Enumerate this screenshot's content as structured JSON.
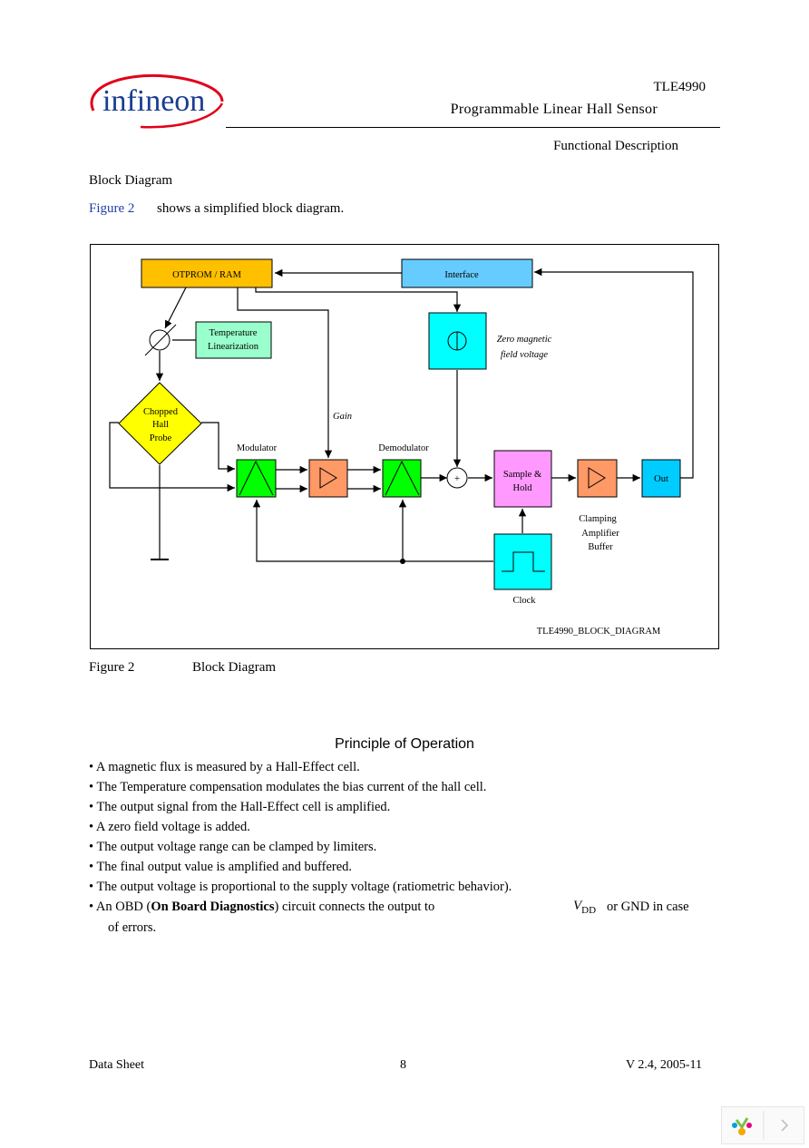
{
  "header": {
    "logo_text": "infineon",
    "part_number": "TLE4990",
    "product": "Programmable Linear Hall Sensor",
    "section": "Functional Description"
  },
  "block_diagram_heading": "Block Diagram",
  "intro": {
    "figure_ref": "Figure 2",
    "text": "shows a simplified block diagram."
  },
  "diagram": {
    "otprom": "OTPROM / RAM",
    "interface": "Interface",
    "temp_lin_1": "Temperature",
    "temp_lin_2": "Linearization",
    "zero_mag_1": "Zero magnetic",
    "zero_mag_2": "field voltage",
    "hall_1": "Chopped",
    "hall_2": "Hall",
    "hall_3": "Probe",
    "gain": "Gain",
    "modulator": "Modulator",
    "demodulator": "Demodulator",
    "sum_symbol": "+",
    "sample_hold_1": "Sample &",
    "sample_hold_2": "Hold",
    "out": "Out",
    "clamp_1": "Clamping",
    "clamp_2": "Amplifier",
    "clamp_3": "Buffer",
    "clock": "Clock",
    "diagram_id": "TLE4990_BLOCK_DIAGRAM",
    "colors": {
      "otprom": "#FFC000",
      "interface": "#66CCFF",
      "temp_lin": "#99FFCC",
      "zero_field": "#00FFFF",
      "hall_probe": "#FFFF00",
      "modulator": "#00FF00",
      "amplifier": "#FF9966",
      "sample_hold": "#FF99FF",
      "out": "#00CCFF",
      "clock": "#00FFFF"
    }
  },
  "figure_caption": {
    "label": "Figure 2",
    "title": "Block Diagram"
  },
  "principle": {
    "title": "Principle of Operation",
    "bullets": [
      "• A magnetic flux is measured by a Hall-Effect cell.",
      "• The Temperature compensation modulates the bias current of the hall cell.",
      "• The output signal from the Hall-Effect cell is amplified.",
      "• A zero field voltage is added.",
      "• The output voltage range can be clamped by limiters.",
      "• The final output value is amplified and buffered.",
      "• The output voltage is proportional to the supply voltage (ratiometric behavior)."
    ],
    "last_bullet": {
      "pre": "• An  OBD  (",
      "bold": "On Board Diagnostics",
      "post": ") circuit connects the output to",
      "vdd_v": "V",
      "vdd_sub": "DD",
      "tail": " or GND in case",
      "continuation": "of errors."
    }
  },
  "footer": {
    "left": "Data Sheet",
    "page": "8",
    "right": "V 2.4, 2005-11"
  }
}
